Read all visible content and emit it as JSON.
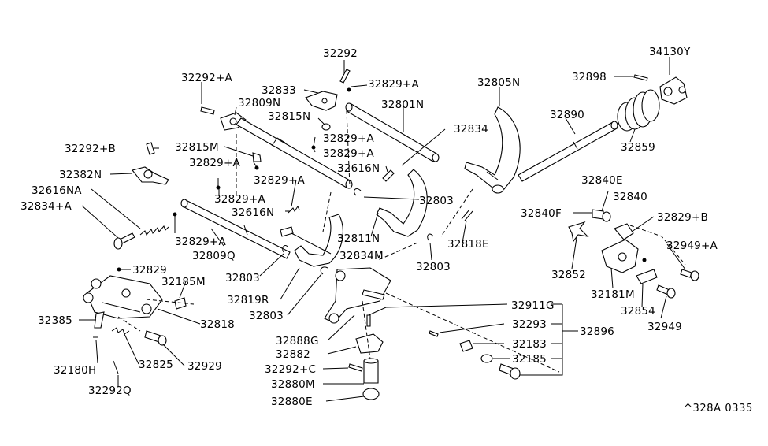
{
  "diagram": {
    "reference_code": "^328A 0335",
    "parts": {
      "p32292": "32292",
      "p32292_A": "32292+A",
      "p32833": "32833",
      "p32829_A_top": "32829+A",
      "p32809N": "32809N",
      "p32801N": "32801N",
      "p32815N": "32815N",
      "p32805N": "32805N",
      "p32898": "32898",
      "p34130Y": "34130Y",
      "p32890": "32890",
      "p32834": "32834",
      "p32829_A_m1": "32829+A",
      "p32829_A_m2": "32829+A",
      "p32859": "32859",
      "p32292_B": "32292+B",
      "p32815M": "32815M",
      "p32829_A_l1": "32829+A",
      "p32616N_top": "32616N",
      "p32382N": "32382N",
      "p32829_A_l2": "32829+A",
      "p32840E": "32840E",
      "p32616NA": "32616NA",
      "p32829_A_l3": "32829+A",
      "p32803_a": "32803",
      "p32840": "32840",
      "p32834_A": "32834+A",
      "p32616N_mid": "32616N",
      "p32840F": "32840F",
      "p32829_B": "32829+B",
      "p32829_A_l4": "32829+A",
      "p32811N": "32811N",
      "p32818E": "32818E",
      "p32949_A": "32949+A",
      "p32809Q": "32809Q",
      "p32834M": "32834M",
      "p32803_b": "32803",
      "p32829": "32829",
      "p32803_c": "32803",
      "p32852": "32852",
      "p32185M": "32185M",
      "p32819R": "32819R",
      "p32181M": "32181M",
      "p32911G": "32911G",
      "p32854": "32854",
      "p32385": "32385",
      "p32818": "32818",
      "p32803_d": "32803",
      "p32293": "32293",
      "p32949": "32949",
      "p32896": "32896",
      "p32888G": "32888G",
      "p32183": "32183",
      "p32882": "32882",
      "p32185": "32185",
      "p32825": "32825",
      "p32929": "32929",
      "p32180H": "32180H",
      "p32292_C": "32292+C",
      "p32880M": "32880M",
      "p32292Q": "32292Q",
      "p32880E": "32880E"
    }
  }
}
